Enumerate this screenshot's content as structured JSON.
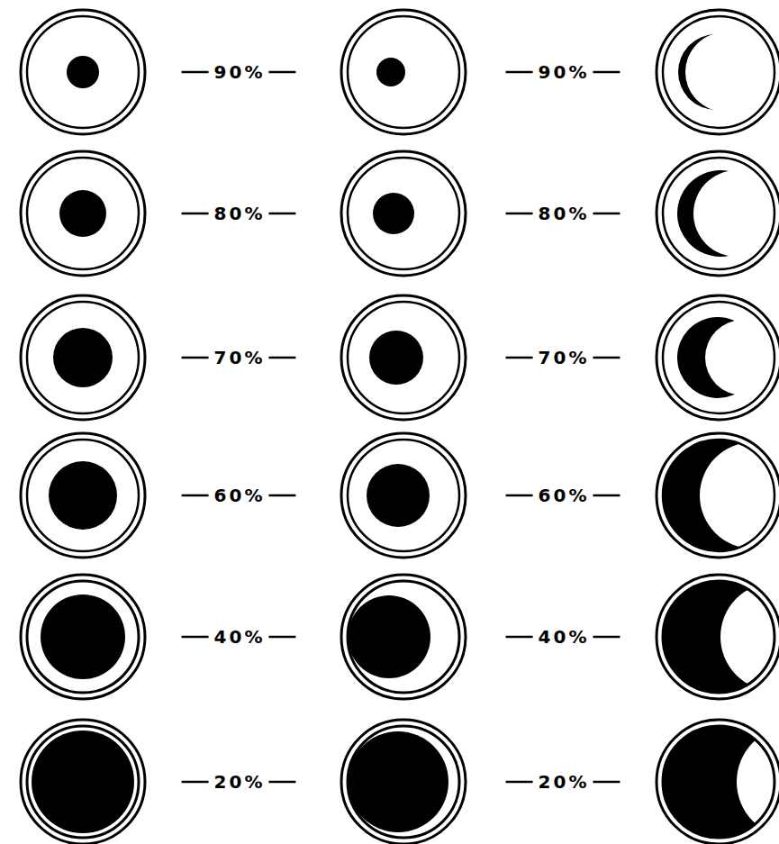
{
  "diagram": {
    "labels": [
      "90%",
      "90%",
      "80%",
      "80%",
      "70%",
      "70%",
      "60%",
      "60%",
      "40%",
      "40%",
      "20%",
      "20%"
    ]
  }
}
